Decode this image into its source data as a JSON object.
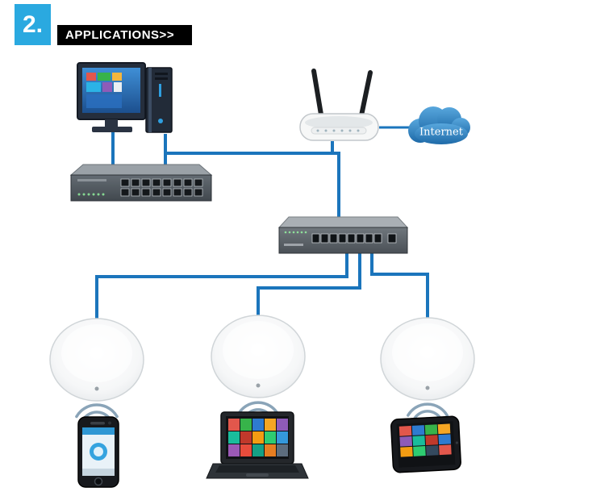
{
  "header": {
    "step_number": "2.",
    "title": "APPLICATIONS>>"
  },
  "diagram": {
    "cloud_label": "Internet",
    "node_names": [
      "desktop-pc",
      "wireless-router",
      "internet-cloud",
      "core-switch",
      "poe-switch",
      "ceiling-ap-left",
      "ceiling-ap-center",
      "ceiling-ap-right",
      "smartphone",
      "laptop",
      "tablet"
    ]
  },
  "colors": {
    "badge_blue": "#2aa9e0",
    "banner_black": "#000000",
    "line_blue": "#1b75bc",
    "cloud_blue": "#2b7fc2",
    "wifi_gray": "#8aa4b8"
  }
}
